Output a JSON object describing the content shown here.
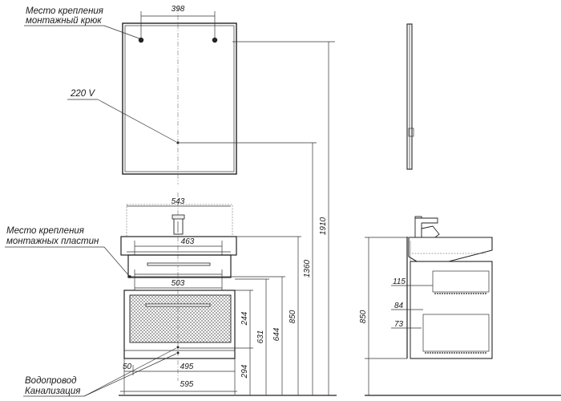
{
  "callouts": {
    "mirror_mount_line1": "Место крепления",
    "mirror_mount_line2": "монтажный крюк",
    "power": "220 V",
    "cabinet_mount_line1": "Место крепления",
    "cabinet_mount_line2": "монтажных пластин",
    "water_supply": "Водопровод",
    "sewage": "Канализация"
  },
  "dimensions": {
    "mirror_hook_spacing": "398",
    "basin_width": "543",
    "basin_inner_width": "463",
    "cabinet_upper_width": "503",
    "cabinet_lower_width": "495",
    "left_offset": "50",
    "total_width": "595",
    "height_total": "1910",
    "height_mount": "1360",
    "height_850": "850",
    "height_644": "644",
    "height_631": "631",
    "height_244": "244",
    "height_294": "294",
    "side_height": "850",
    "side_115": "115",
    "side_84": "84",
    "side_73": "73"
  }
}
